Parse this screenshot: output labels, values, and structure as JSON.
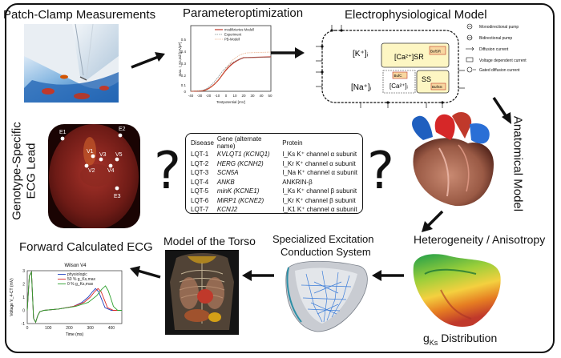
{
  "labels": {
    "patch_clamp": "Patch-Clamp Measurements",
    "param_opt": "Parameteroptimization",
    "electro_model": "Electrophysiological Model",
    "anatomical": "Anatomical Model",
    "heterogeneity": "Heterogeneity / Anisotropy",
    "gks_prefix": "g",
    "gks_sub": "Ks",
    "gks_suffix": " Distribution",
    "specialized_line1": "Specialized Excitation",
    "specialized_line2": "Conduction System",
    "torso": "Model of the Torso",
    "forward_ecg": "Forward Calculated ECG",
    "genotype_line1": "Genotype-Specific",
    "genotype_line2": "ECG Lead",
    "question": "?"
  },
  "param_plot": {
    "legend": [
      "modifiziertes Modell",
      "Experiment",
      "PB-Modell"
    ],
    "xlabel": "Testpotential [mV]",
    "ylabel": "max. I_Ks,tail [pA/pF]",
    "xticks": [
      "-40",
      "-30",
      "-20",
      "-10",
      "0",
      "10",
      "20",
      "30",
      "40",
      "50"
    ],
    "yticks": [
      "0.5",
      "0.4",
      "0.3",
      "0.2",
      "0.1",
      "0"
    ],
    "colors": {
      "model": "#c0392b",
      "experiment": "#7f8c8d",
      "pb": "#e59866"
    }
  },
  "electro_model": {
    "k": "[K⁺]ᵢ",
    "na": "[Na⁺]ᵢ",
    "ca_sr": "[Ca²⁺]SR",
    "ca_i": "[Ca²⁺]ᵢ",
    "ss": "SS",
    "bufsr": "BufSR",
    "bufc": "BufC",
    "bufss": "BufSS",
    "legend": [
      "Monodirectional pump",
      "Bidirectional pump",
      "Diffusion current",
      "Voltage dependent current",
      "Gated diffusion current"
    ]
  },
  "table": {
    "headers": [
      "Disease",
      "Gene (alternate name)",
      "Protein"
    ],
    "rows": [
      {
        "disease": "LQT-1",
        "gene": "KVLQT1 (KCNQ1)",
        "protein": "I_Ks K⁺ channel α subunit"
      },
      {
        "disease": "LQT-2",
        "gene": "HERG (KCNH2)",
        "protein": "I_Kr K⁺ channel α subunit"
      },
      {
        "disease": "LQT-3",
        "gene": "SCN5A",
        "protein": "I_Na K⁺ channel α subunit"
      },
      {
        "disease": "LQT-4",
        "gene": "ANKB",
        "protein": "ANKRIN-β"
      },
      {
        "disease": "LQT-5",
        "gene": "minK (KCNE1)",
        "protein": "I_Ks K⁺ channel β subunit"
      },
      {
        "disease": "LQT-6",
        "gene": "MiRP1 (KCNE2)",
        "protein": "I_Kr K⁺ channel β subunit"
      },
      {
        "disease": "LQT-7",
        "gene": "KCNJ2",
        "protein": "I_K1 K⁺ channel α subunit"
      }
    ]
  },
  "torso_leads": [
    "E1",
    "E2",
    "V1",
    "V2",
    "V3",
    "V4",
    "V5",
    "E3"
  ],
  "chart_data": {
    "type": "line",
    "title": "Wilson V4",
    "xlabel": "Time (ms)",
    "ylabel": "Voltage V_4-CT (mV)",
    "xlim": [
      0,
      450
    ],
    "ylim": [
      -1,
      3
    ],
    "xticks": [
      0,
      100,
      200,
      300,
      400
    ],
    "yticks": [
      -1,
      0,
      1,
      2,
      3
    ],
    "legend": [
      "physiologic",
      "50 % g_Ks,max",
      "0 % g_Ks,max"
    ],
    "series": [
      {
        "name": "physiologic",
        "color": "#1f3fbf",
        "x": [
          0,
          10,
          20,
          30,
          40,
          50,
          60,
          80,
          150,
          220,
          260,
          290,
          310,
          325,
          340,
          355,
          370,
          400,
          450
        ],
        "y": [
          0,
          2.6,
          2.9,
          -0.6,
          -0.9,
          -0.4,
          -0.1,
          0,
          0.1,
          0.3,
          0.6,
          1.0,
          1.4,
          1.65,
          1.4,
          0.8,
          0.2,
          0,
          0
        ]
      },
      {
        "name": "50 % g_Ks,max",
        "color": "#d62728",
        "x": [
          0,
          10,
          20,
          30,
          40,
          50,
          60,
          80,
          150,
          220,
          270,
          300,
          320,
          337,
          352,
          367,
          382,
          410,
          450
        ],
        "y": [
          0,
          2.6,
          2.9,
          -0.6,
          -0.9,
          -0.4,
          -0.1,
          0,
          0.1,
          0.3,
          0.6,
          1.0,
          1.4,
          1.65,
          1.4,
          0.8,
          0.2,
          0,
          0
        ]
      },
      {
        "name": "0 % g_Ks,max",
        "color": "#2ca02c",
        "x": [
          0,
          10,
          20,
          30,
          40,
          50,
          60,
          80,
          150,
          230,
          290,
          330,
          355,
          372,
          385,
          398,
          410,
          430,
          450
        ],
        "y": [
          0,
          2.6,
          2.9,
          -0.6,
          -0.9,
          -0.4,
          -0.1,
          0,
          0.1,
          0.3,
          0.6,
          1.1,
          1.6,
          1.85,
          1.5,
          0.9,
          0.3,
          0,
          0
        ]
      }
    ]
  }
}
